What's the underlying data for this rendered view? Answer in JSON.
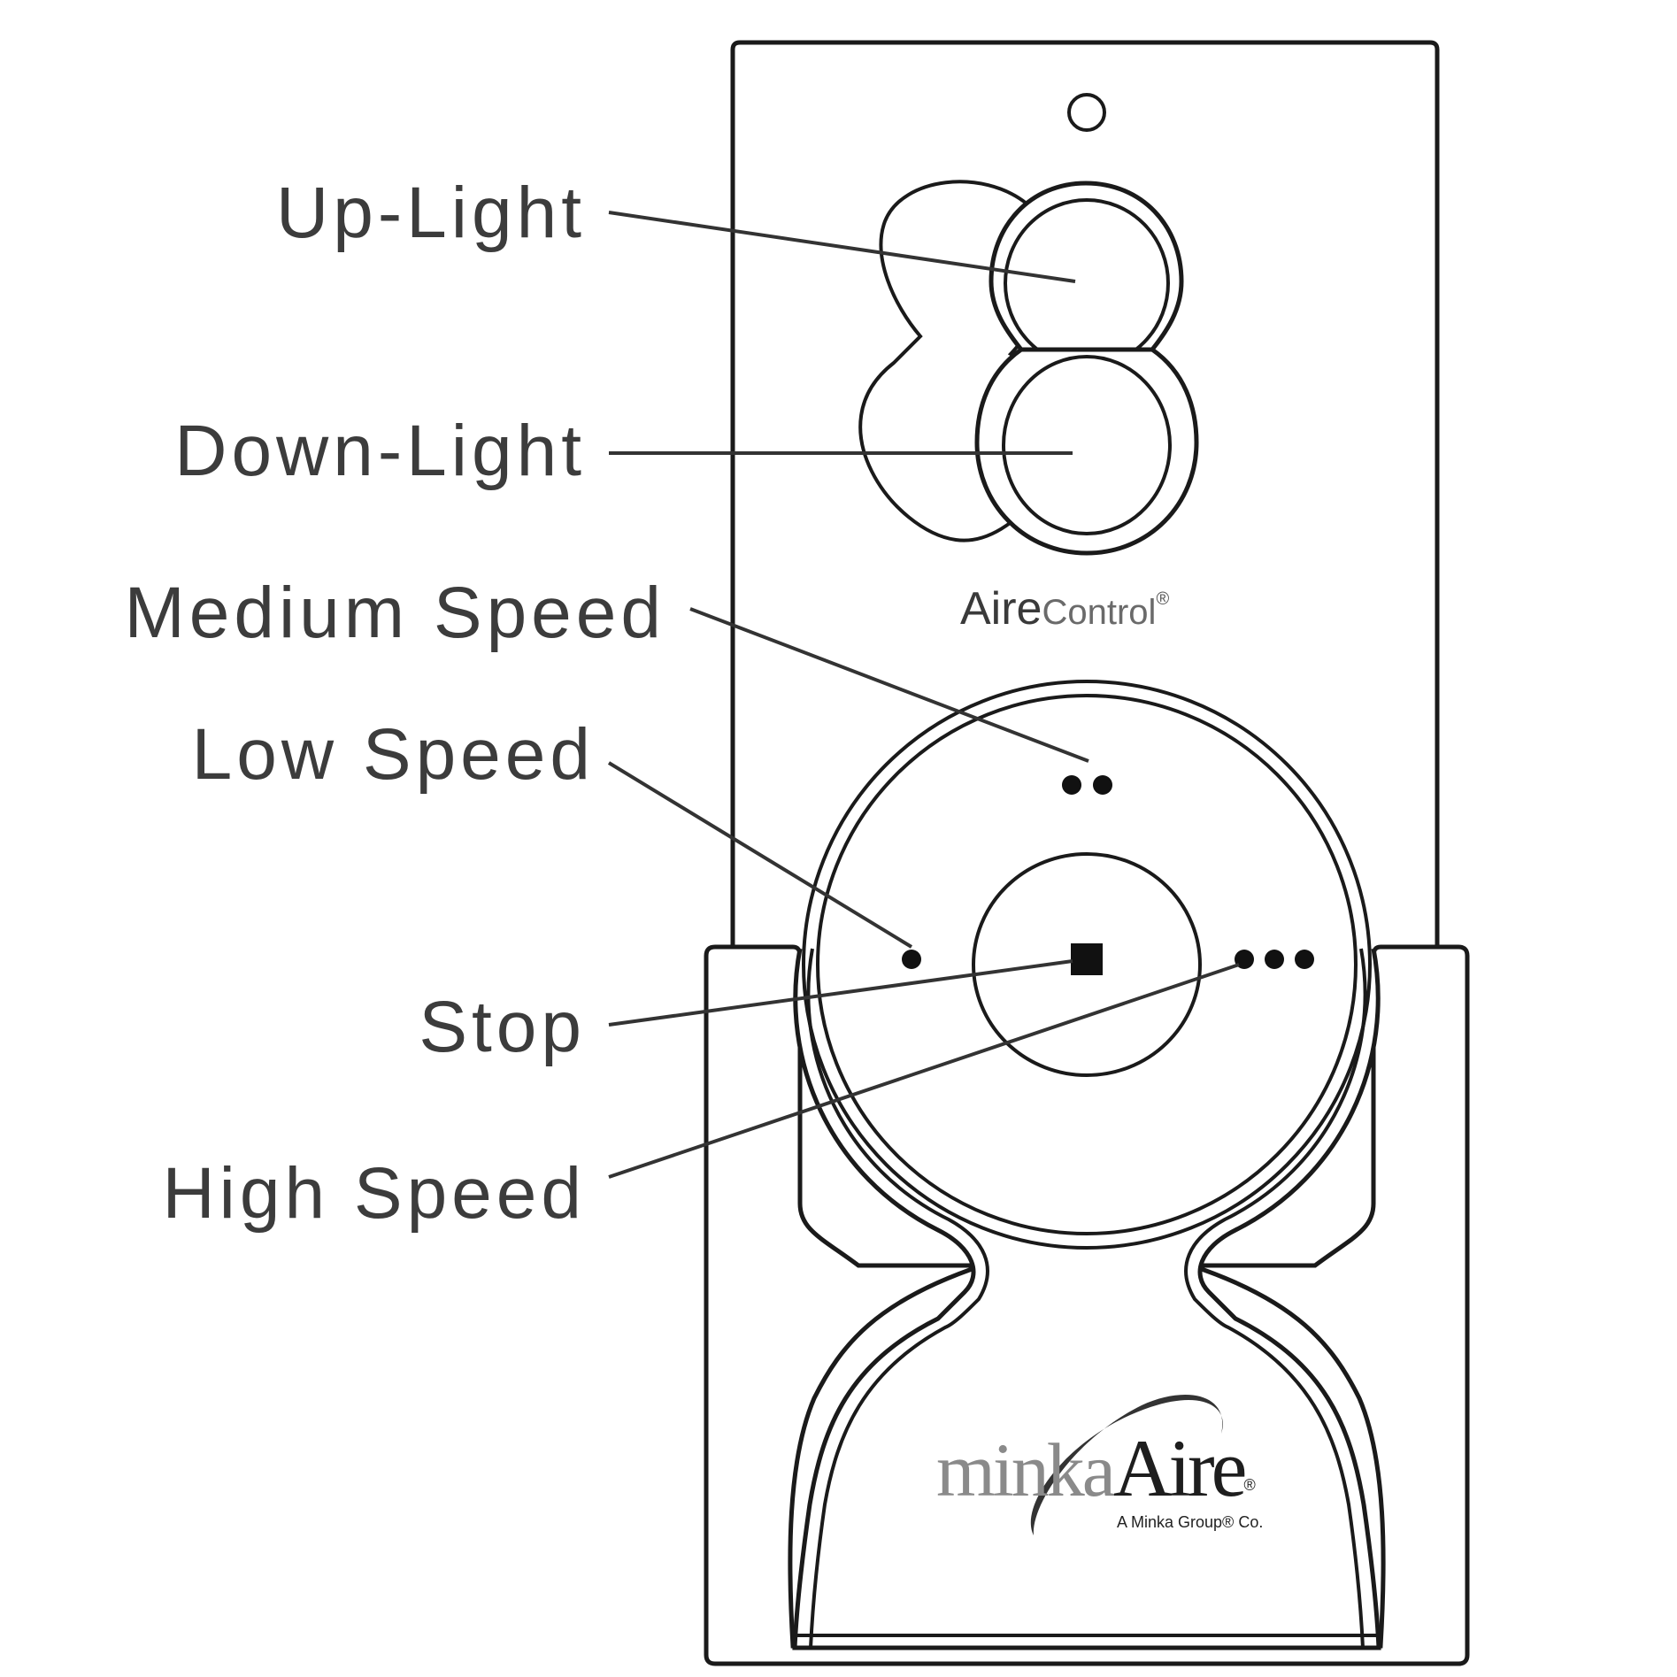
{
  "callouts": {
    "up_light": "Up-Light",
    "down_light": "Down-Light",
    "medium_speed": "Medium Speed",
    "low_speed": "Low Speed",
    "stop": "Stop",
    "high_speed": "High Speed"
  },
  "remote": {
    "brand_aire": "Aire",
    "brand_control": "Control",
    "brand_reg": "®"
  },
  "logo": {
    "minka": "minka",
    "aire": "Aire",
    "reg": "®",
    "tagline": "A Minka Group® Co."
  }
}
